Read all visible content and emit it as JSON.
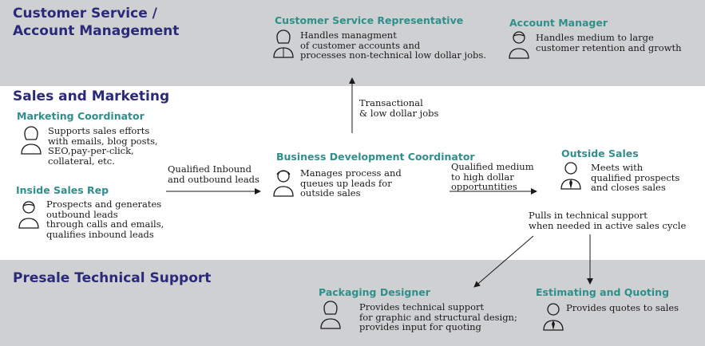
{
  "sections": {
    "top": "Customer Service /\nAccount Management",
    "middle": "Sales and Marketing",
    "bottom": "Presale Technical Support"
  },
  "roles": {
    "csr": {
      "title": "Customer Service Representative",
      "desc": "Handles managment\nof customer accounts and\nprocesses non-technical low dollar jobs."
    },
    "account_manager": {
      "title": "Account Manager",
      "desc": "Handles medium to large\ncustomer retention and growth"
    },
    "marketing_coordinator": {
      "title": "Marketing Coordinator",
      "desc": "Supports sales efforts\nwith emails, blog posts,\nSEO,pay-per-click,\ncollateral, etc."
    },
    "inside_sales": {
      "title": "Inside Sales Rep",
      "desc": "Prospects and generates\noutbound leads\nthrough calls and emails,\nqualifies inbound leads"
    },
    "bdc": {
      "title": "Business Development Coordinator",
      "desc": "Manages process and\nqueues up leads for\noutside sales"
    },
    "outside_sales": {
      "title": "Outside Sales",
      "desc": "Meets with\nqualified prospects\nand closes sales"
    },
    "packaging_designer": {
      "title": "Packaging Designer",
      "desc": "Provides technical support\nfor graphic and structural design;\nprovides input for quoting"
    },
    "estimating": {
      "title": "Estimating and Quoting",
      "desc": "Provides quotes to sales"
    }
  },
  "flows": {
    "inbound": "Qualified Inbound\nand outbound leads",
    "transactional": "Transactional\n& low dollar jobs",
    "medium_high": "Qualified medium\nto high dollar\nopportuntities",
    "tech_support": "Pulls in technical support\nwhen needed in active sales cycle"
  },
  "icons": {
    "csr": "person-female-icon",
    "account_manager": "person-male-icon",
    "marketing_coordinator": "person-female-icon",
    "inside_sales": "person-male-icon",
    "bdc": "person-female-icon",
    "outside_sales": "person-male-tie-icon",
    "packaging_designer": "person-female-icon",
    "estimating": "person-male-tie-icon"
  },
  "colors": {
    "band": "#cfd0d2",
    "section_title": "#2b2a7a",
    "role_title": "#2f8f8b"
  }
}
